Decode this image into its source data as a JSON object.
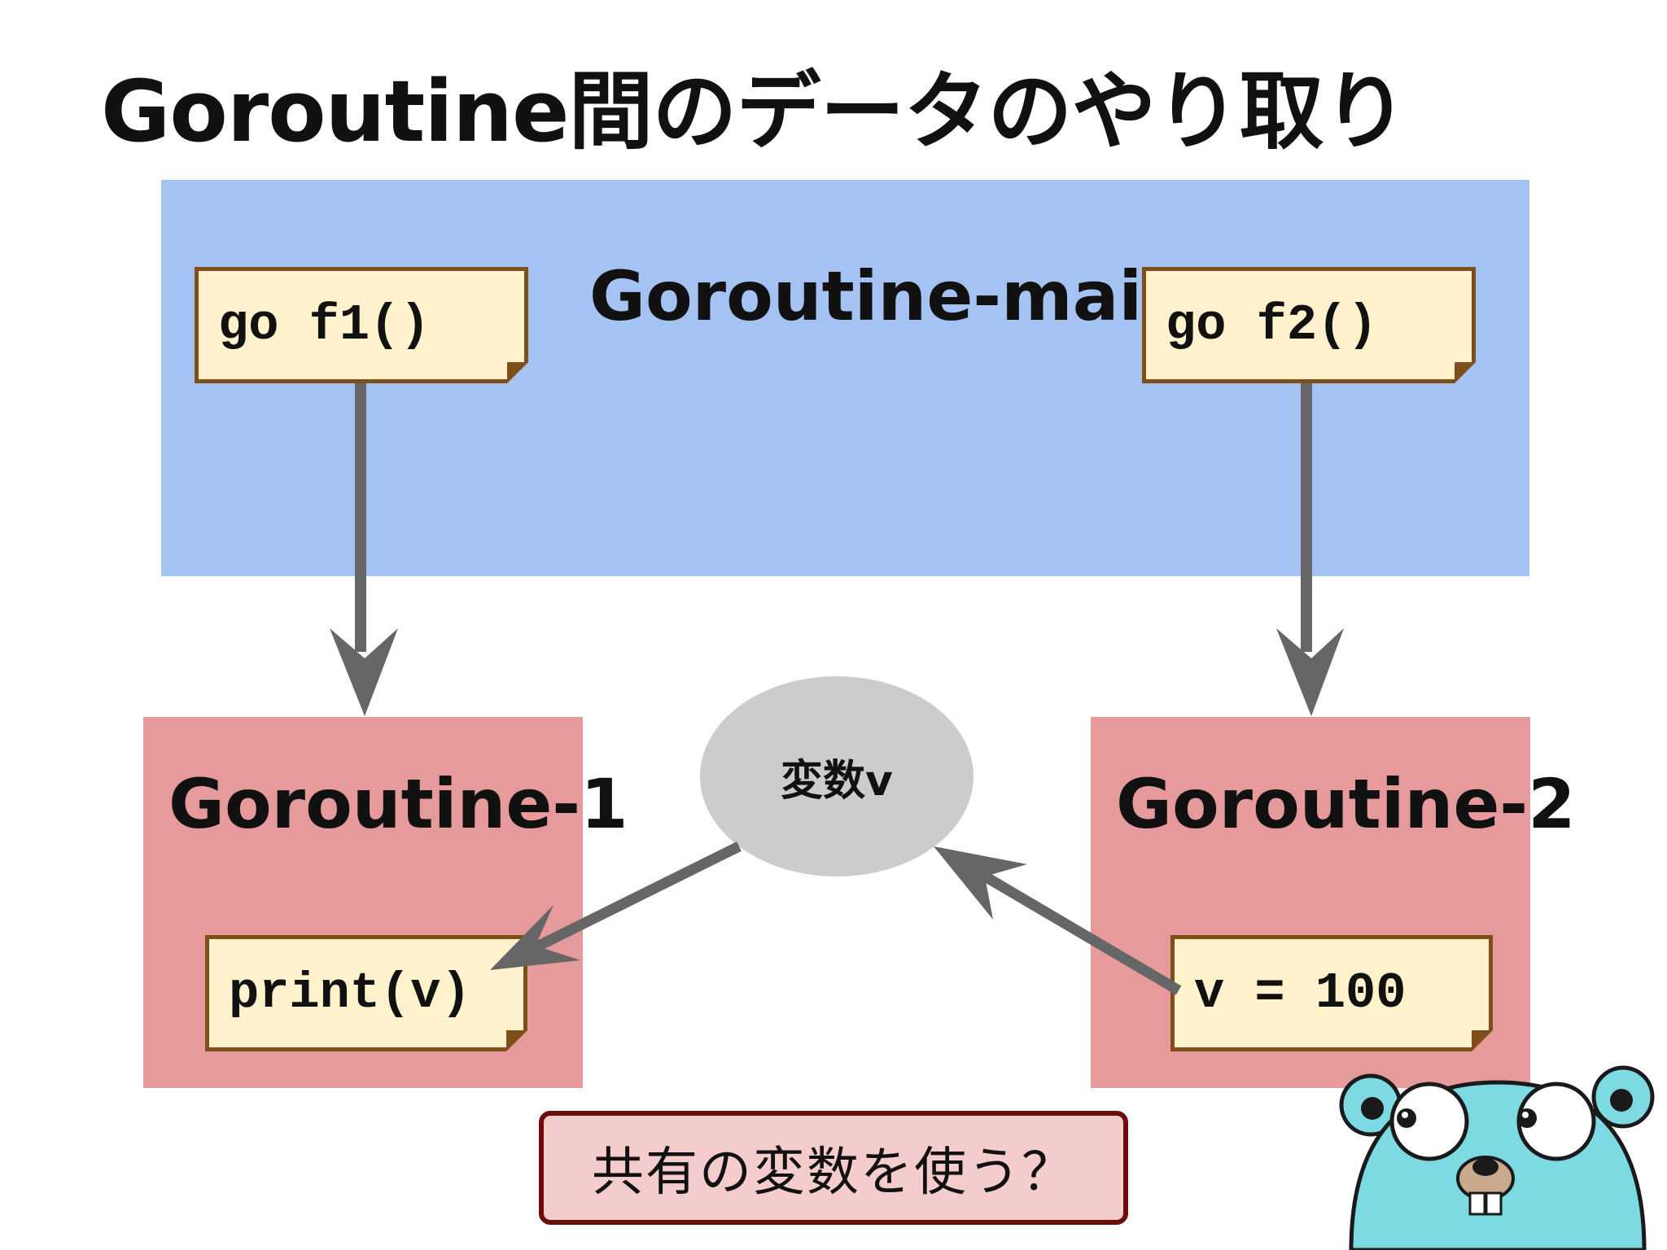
{
  "title": "Goroutine間のデータのやり取り",
  "panels": {
    "main": "Goroutine-main",
    "g1": "Goroutine-1",
    "g2": "Goroutine-2"
  },
  "notes": {
    "go_f1": "go f1()",
    "go_f2": "go f2()",
    "print_v": "print(v)",
    "assign_v": "v = 100"
  },
  "shared_variable": "変数v",
  "question": "共有の変数を使う？",
  "colors": {
    "main_panel": "#a4c2f2",
    "goroutine_panel": "#e79a9b",
    "note_fill": "#fff2cc",
    "note_border": "#7f4f1a",
    "variable_fill": "#cccccc",
    "question_fill": "#f4cccc",
    "question_border": "#6b0d0d",
    "arrow": "#666666"
  },
  "mascot": "go-gopher-icon"
}
